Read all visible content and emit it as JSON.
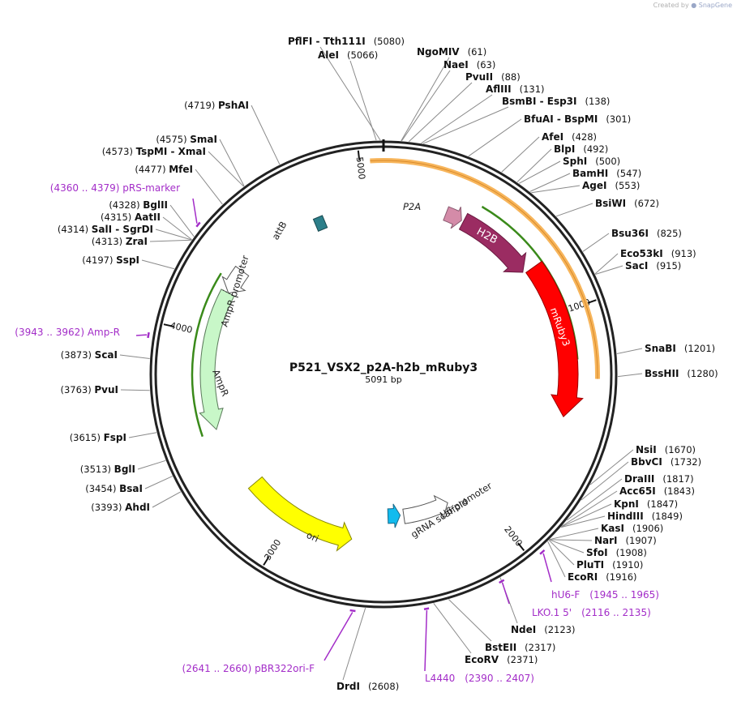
{
  "credit": {
    "prefix": "Created by",
    "brand": "SnapGene"
  },
  "plasmid": {
    "name": "P521_VSX2_p2A-h2b_mRuby3",
    "length": 5091,
    "length_label": "5091 bp"
  },
  "ticks": [
    {
      "label": "1000",
      "bp": 1000
    },
    {
      "label": "2000",
      "bp": 2000
    },
    {
      "label": "3000",
      "bp": 3000
    },
    {
      "label": "4000",
      "bp": 4000
    },
    {
      "label": "5000",
      "bp": 5000
    }
  ],
  "colors": {
    "H2B": "#9b2c62",
    "mRuby3": "#ff0000",
    "P2A": "#d48ba8",
    "attB": "#2c7f8a",
    "AmpR": "#c8f7c8",
    "ori": "#ffff00",
    "U6": "#ffffff",
    "gRNA": "#11bbee",
    "orange_bar": "#f7b55b",
    "green_line": "#3a8a1a",
    "primer": "#a32dc8"
  },
  "features": {
    "P2A": "P2A",
    "H2B": "H2B",
    "mRuby3": "mRuby3",
    "attB": "attB",
    "AmpR_promoter": "AmpR promoter",
    "AmpR": "AmpR",
    "ori": "ori",
    "U6_promoter": "U6 promoter",
    "gRNA_scaffold": "gRNA scaffold"
  },
  "sites": [
    {
      "name": "PflFI",
      "name2": "Tth111I",
      "pos": "(5080)"
    },
    {
      "name": "AleI",
      "pos": "(5066)"
    },
    {
      "name": "NgoMIV",
      "pos": "(61)"
    },
    {
      "name": "NaeI",
      "pos": "(63)"
    },
    {
      "name": "PvuII",
      "pos": "(88)"
    },
    {
      "name": "AflIII",
      "pos": "(131)"
    },
    {
      "name": "BsmBI",
      "name2": "Esp3I",
      "pos": "(138)"
    },
    {
      "name": "BfuAI",
      "name2": "BspMI",
      "pos": "(301)"
    },
    {
      "name": "AfeI",
      "pos": "(428)"
    },
    {
      "name": "BlpI",
      "pos": "(492)"
    },
    {
      "name": "SphI",
      "pos": "(500)"
    },
    {
      "name": "BamHI",
      "pos": "(547)"
    },
    {
      "name": "AgeI",
      "pos": "(553)"
    },
    {
      "name": "BsiWI",
      "pos": "(672)"
    },
    {
      "name": "Bsu36I",
      "pos": "(825)"
    },
    {
      "name": "Eco53kI",
      "pos": "(913)"
    },
    {
      "name": "SacI",
      "pos": "(915)"
    },
    {
      "name": "SnaBI",
      "pos": "(1201)"
    },
    {
      "name": "BssHII",
      "pos": "(1280)"
    },
    {
      "name": "NsiI",
      "pos": "(1670)"
    },
    {
      "name": "BbvCI",
      "pos": "(1732)"
    },
    {
      "name": "DraIII",
      "pos": "(1817)"
    },
    {
      "name": "Acc65I",
      "pos": "(1843)"
    },
    {
      "name": "KpnI",
      "pos": "(1847)"
    },
    {
      "name": "HindIII",
      "pos": "(1849)"
    },
    {
      "name": "KasI",
      "pos": "(1906)"
    },
    {
      "name": "NarI",
      "pos": "(1907)"
    },
    {
      "name": "SfoI",
      "pos": "(1908)"
    },
    {
      "name": "PluTI",
      "pos": "(1910)"
    },
    {
      "name": "EcoRI",
      "pos": "(1916)"
    },
    {
      "name": "NdeI",
      "pos": "(2123)"
    },
    {
      "name": "BstEII",
      "pos": "(2317)"
    },
    {
      "name": "EcoRV",
      "pos": "(2371)"
    },
    {
      "name": "DrdI",
      "pos": "(2608)"
    },
    {
      "name": "AhdI",
      "pos": "(3393)"
    },
    {
      "name": "BsaI",
      "pos": "(3454)"
    },
    {
      "name": "BglI",
      "pos": "(3513)"
    },
    {
      "name": "FspI",
      "pos": "(3615)"
    },
    {
      "name": "PvuI",
      "pos": "(3763)"
    },
    {
      "name": "ScaI",
      "pos": "(3873)"
    },
    {
      "name": "SspI",
      "pos": "(4197)"
    },
    {
      "name": "ZraI",
      "pos": "(4313)"
    },
    {
      "name": "SalI",
      "name2": "SgrDI",
      "pos": "(4314)"
    },
    {
      "name": "AatII",
      "pos": "(4315)"
    },
    {
      "name": "BglII",
      "pos": "(4328)"
    },
    {
      "name": "MfeI",
      "pos": "(4477)"
    },
    {
      "name": "TspMI",
      "name2": "XmaI",
      "pos": "(4573)"
    },
    {
      "name": "SmaI",
      "pos": "(4575)"
    },
    {
      "name": "PshAI",
      "pos": "(4719)"
    }
  ],
  "primers": [
    {
      "name": "pRS-marker",
      "range": "(4360 .. 4379)"
    },
    {
      "name": "Amp-R",
      "range": "(3943 .. 3962)"
    },
    {
      "name": "hU6-F",
      "range": "(1945 .. 1965)"
    },
    {
      "name": "LKO.1 5'",
      "range": "(2116 .. 2135)"
    },
    {
      "name": "L4440",
      "range": "(2390 .. 2407)"
    },
    {
      "name": "pBR322ori-F",
      "range": "(2641 .. 2660)"
    }
  ]
}
